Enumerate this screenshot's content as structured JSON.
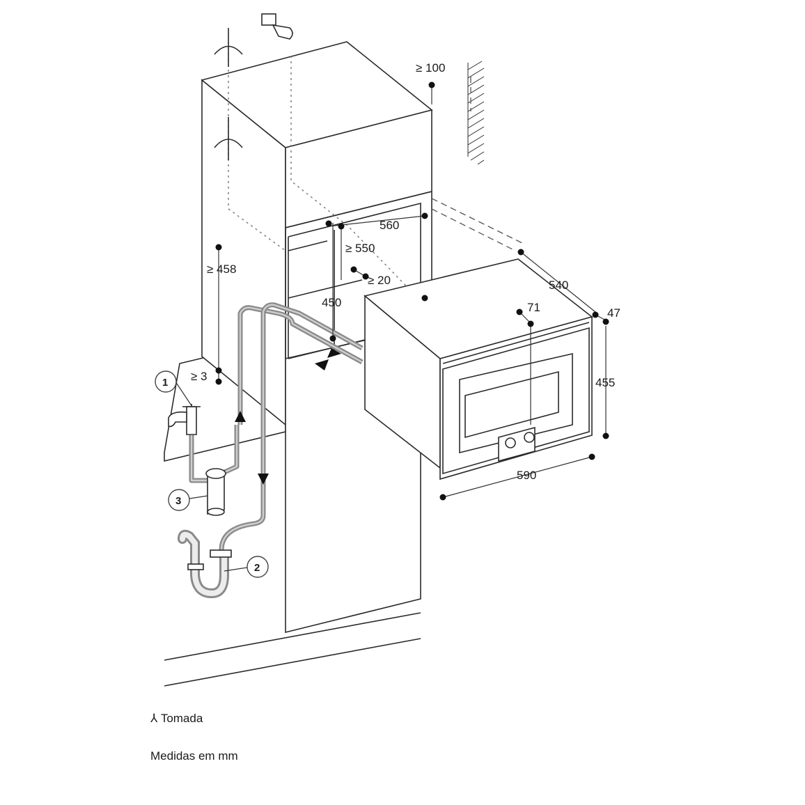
{
  "dimensions": {
    "clear_top": "≥ 100",
    "niche_width": "560",
    "niche_depth": "≥ 550",
    "rear_gap": "≥ 20",
    "niche_height": "450",
    "floor_clearance": "≥ 458",
    "gap_min": "≥ 3",
    "appliance_depth": "540",
    "front_depth": "47",
    "top_offset": "71",
    "appliance_height": "455",
    "appliance_width": "590"
  },
  "callouts": {
    "c1": "1",
    "c2": "2",
    "c3": "3"
  },
  "legend": {
    "socket_symbol": "⅄",
    "socket_label": "Tomada",
    "units_note": "Medidas em mm"
  },
  "icons": [
    "socket-symbol-icon",
    "water-tap-icon",
    "drain-siphon-icon",
    "water-filter-icon",
    "flow-arrow-icon"
  ]
}
